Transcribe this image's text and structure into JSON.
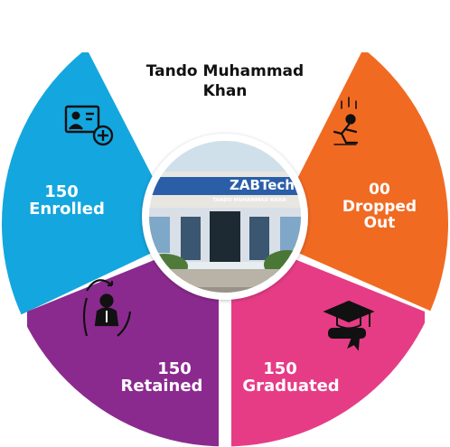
{
  "center": {
    "title_line1": "Tando Muhammad",
    "title_line2": "Khan",
    "photo": {
      "sign_text": "ZABTech",
      "sign_subtext": "TANDO MUHAMMAD KHAN"
    }
  },
  "segments": {
    "enrolled": {
      "value": "150",
      "label": "Enrolled",
      "icon": "id-card-add-icon",
      "color": "#14a6df"
    },
    "dropped": {
      "value": "00",
      "label_line1": "Dropped",
      "label_line2": "Out",
      "icon": "falling-person-icon",
      "color": "#f16a22"
    },
    "graduated": {
      "value": "150",
      "label": "Graduated",
      "icon": "graduation-cap-icon",
      "color": "#e63c86"
    },
    "retained": {
      "value": "150",
      "label": "Retained",
      "icon": "retained-person-icon",
      "color": "#8b2a8e"
    }
  }
}
